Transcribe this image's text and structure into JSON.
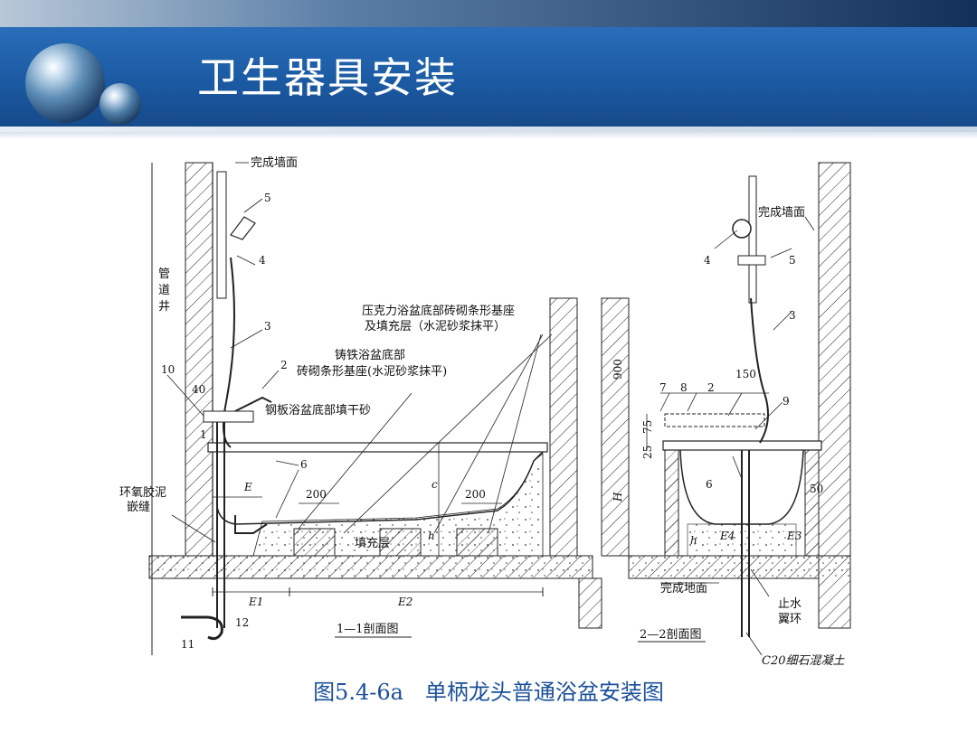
{
  "header": {
    "title": "卫生器具安装"
  },
  "caption": "图5.4-6a　单柄龙头普通浴盆安装图",
  "diagram_labels": {
    "finish_wall_left": "完成墙面",
    "finish_wall_right": "完成墙面",
    "pipe_shaft": "管道井",
    "acrylic_base": "压克力浴盆底部砖砌条形基座",
    "acrylic_fill": "及填充层（水泥砂浆抹平）",
    "cast_iron_a": "铸铁浴盆底部",
    "cast_iron_b": "砖砌条形基座(水泥砂浆抹平)",
    "steel_fill": "钢板浴盆底部填干砂",
    "epoxy_a": "环氧胶泥",
    "epoxy_b": "嵌缝",
    "fill_layer": "填充层",
    "finish_floor": "完成地面",
    "water_ring_a": "止水",
    "water_ring_b": "翼环",
    "concrete": "C20细石混凝土",
    "section_1": "1—1剖面图",
    "section_2": "2—2剖面图",
    "n1": "1",
    "n2": "2",
    "n3": "3",
    "n4": "4",
    "n5": "5",
    "n6": "6",
    "n7": "7",
    "n8": "8",
    "n9": "9",
    "n10": "10",
    "n11": "11",
    "n12": "12",
    "d40": "40",
    "d200a": "200",
    "d200b": "200",
    "d150": "150",
    "d900": "900",
    "d75": "75",
    "d25": "25",
    "d50": "50",
    "E": "E",
    "E1": "E1",
    "E2": "E2",
    "E3": "E3",
    "E4": "E4",
    "H": "H",
    "h": "h",
    "c": "c"
  }
}
